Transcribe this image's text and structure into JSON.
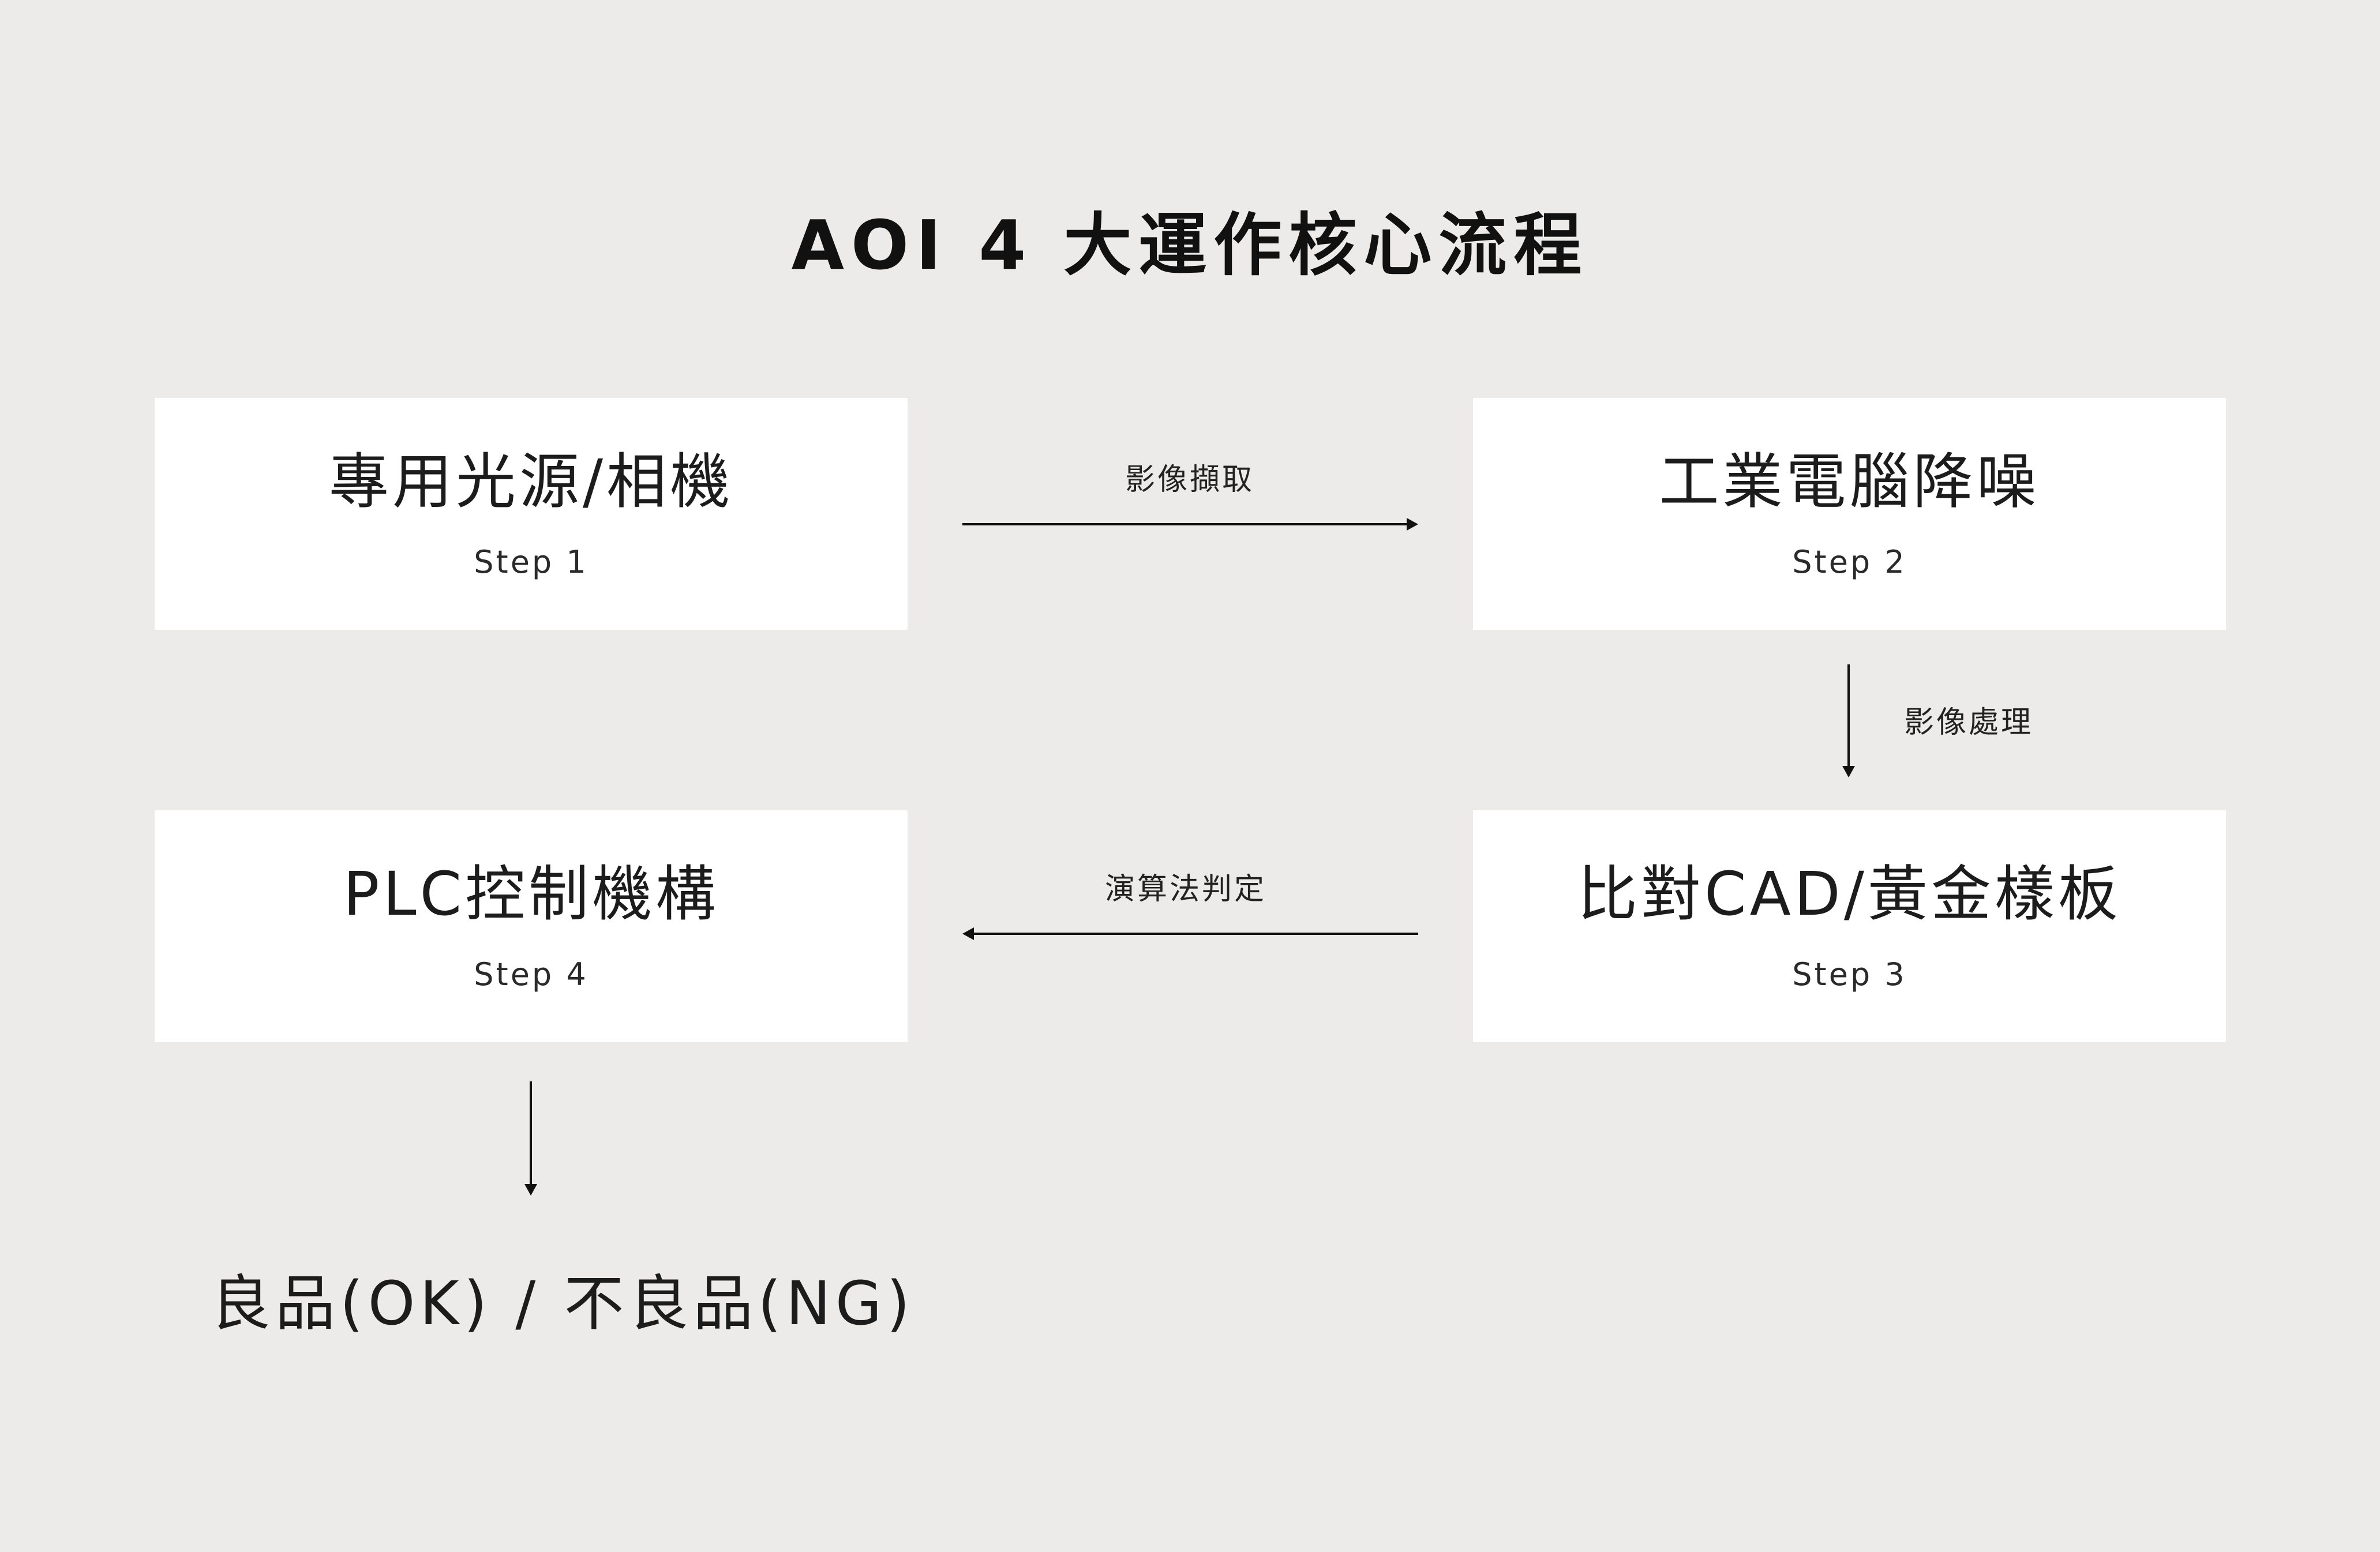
{
  "title": "AOI  4 大運作核心流程",
  "steps": [
    {
      "name": "專用光源/相機",
      "step": "Step 1"
    },
    {
      "name": "工業電腦降噪",
      "step": "Step 2"
    },
    {
      "name": "比對CAD/黃金樣板",
      "step": "Step 3"
    },
    {
      "name": "PLC控制機構",
      "step": "Step 4"
    }
  ],
  "edges": [
    {
      "from": "Step 1",
      "to": "Step 2",
      "label": "影像擷取"
    },
    {
      "from": "Step 2",
      "to": "Step 3",
      "label": "影像處理"
    },
    {
      "from": "Step 3",
      "to": "Step 4",
      "label": "演算法判定"
    },
    {
      "from": "Step 4",
      "to": "result",
      "label": ""
    }
  ],
  "result": "良品(OK) / 不良品(NG)"
}
